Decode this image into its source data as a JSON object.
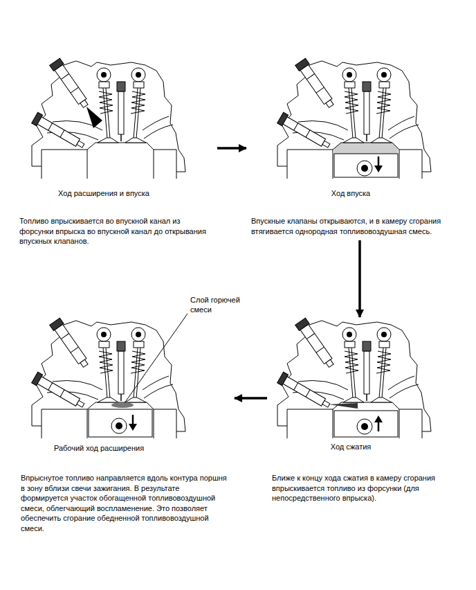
{
  "diagram": {
    "nodes": [
      {
        "text": [
          "Ход расширения и впуска",
          "Топливо впрыскивается во впускной канал из форсунки впрыска во впускной канал до открывания впускных клапанов."
        ]
      },
      {
        "text": [
          "Ход впуска",
          "Впускные клапаны открываются, и в камеру сгорания втягивается однородная топливовоздушная смесь."
        ]
      },
      {
        "text": [
          "Рабочий ход расширения",
          "Впрыснутое топливо направляется вдоль контура поршня в зону вблизи свечи зажигания. В результате формируется участок обогащенной топливовоздушной смеси, облегчающий воспламенение. Это позволяет обеспечить сгорание обедненной топливовоздушной смеси."
        ]
      },
      {
        "text": [
          "Ход сжатия",
          "Ближе к концу хода сжатия в камеру сгорания впрыскивается топливо из форсунки (для непосредственного впрыска)."
        ]
      }
    ],
    "edges": [
      {
        "from": 0,
        "to": 1,
        "arrow": "to"
      },
      {
        "from": 1,
        "to": 3,
        "arrow": "to"
      },
      {
        "from": 3,
        "to": 2,
        "arrow": "to"
      }
    ],
    "labels": [
      "Слой горючей смеси"
    ]
  }
}
